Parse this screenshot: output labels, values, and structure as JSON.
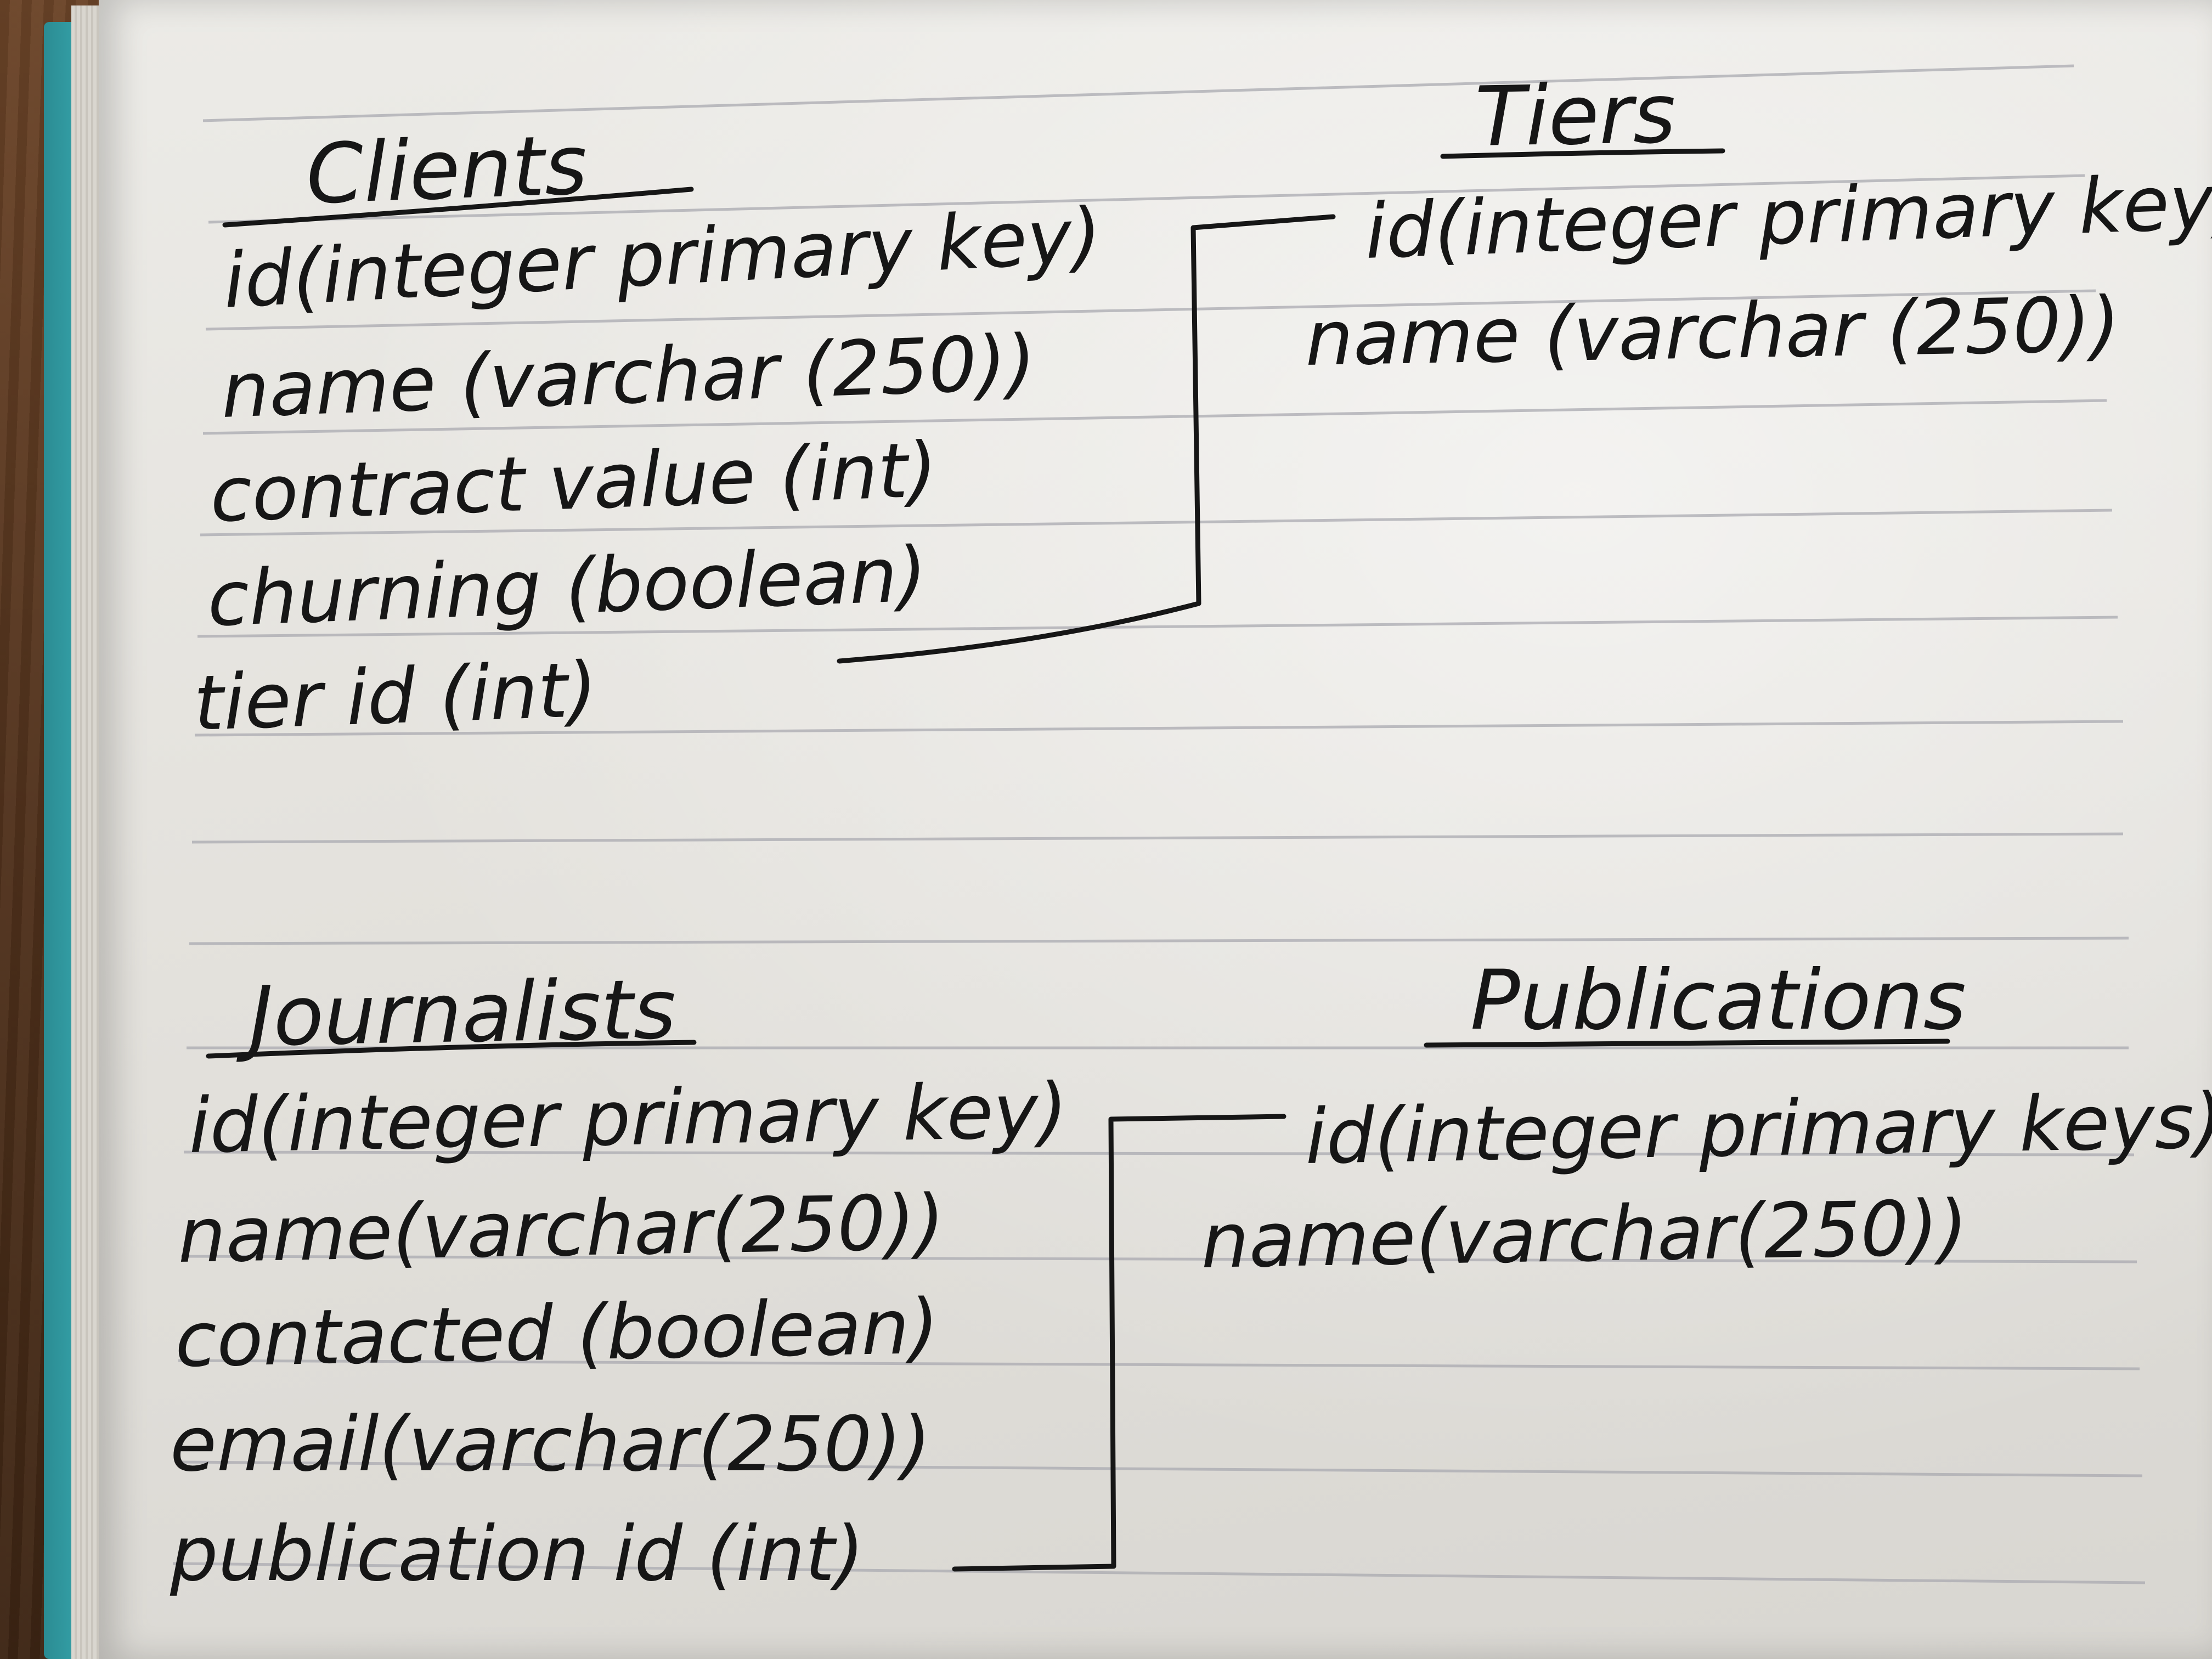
{
  "tables": {
    "clients": {
      "title": "Clients",
      "fields": [
        "id(integer primary key)",
        "name (varchar (250))",
        "contract value (int)",
        "churning (boolean)",
        "tier id (int)"
      ]
    },
    "tiers": {
      "title": "Tiers",
      "fields": [
        "id(integer primary key)",
        "name (varchar (250))"
      ]
    },
    "journalists": {
      "title": "Journalists",
      "fields": [
        "id(integer primary key)",
        "name(varchar(250))",
        "contacted (boolean)",
        "email(varchar(250))",
        "publication id (int)"
      ]
    },
    "publications": {
      "title": "Publications",
      "fields": [
        "id(integer primary keys)",
        "name(varchar(250))"
      ]
    }
  },
  "colors": {
    "ink": "#161616",
    "paper": "#e6e4df",
    "cover": "#2b8c93"
  }
}
